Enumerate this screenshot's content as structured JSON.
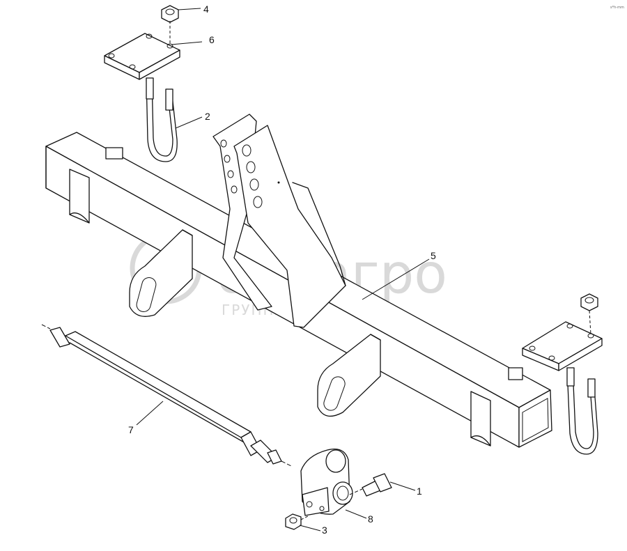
{
  "watermark": {
    "brand": "белагро",
    "tagline": "ГРУППА КОМПАНИЙ",
    "color": "#d9d9d9"
  },
  "corner_mark": "s*h-mm",
  "callouts": [
    {
      "id": "callout-1",
      "label": "1"
    },
    {
      "id": "callout-2",
      "label": "2"
    },
    {
      "id": "callout-3",
      "label": "3"
    },
    {
      "id": "callout-4",
      "label": "4"
    },
    {
      "id": "callout-5",
      "label": "5"
    },
    {
      "id": "callout-6",
      "label": "6"
    },
    {
      "id": "callout-7",
      "label": "7"
    },
    {
      "id": "callout-8",
      "label": "8"
    }
  ]
}
